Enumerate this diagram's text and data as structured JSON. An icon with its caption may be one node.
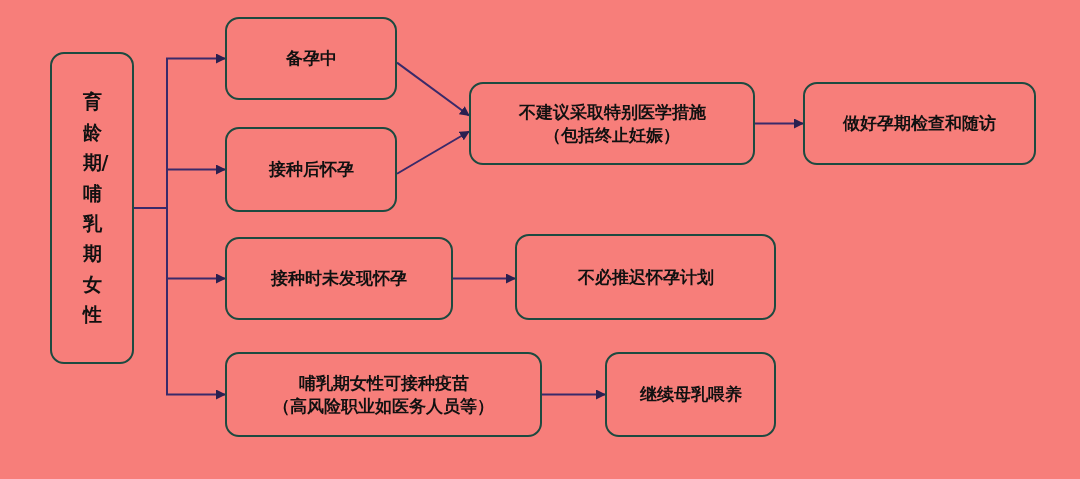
{
  "diagram": {
    "nodes": [
      {
        "text": [
          "育龄期/哺乳期女性"
        ]
      },
      {
        "text": [
          "备孕中"
        ]
      },
      {
        "text": [
          "接种后怀孕"
        ]
      },
      {
        "text": [
          "接种时未发现怀孕"
        ]
      },
      {
        "text": [
          "哺乳期女性可接种疫苗",
          "（高风险职业如医务人员等）"
        ]
      },
      {
        "text": [
          "不建议采取特别医学措施",
          "（包括终止妊娠）"
        ]
      },
      {
        "text": [
          "做好孕期检查和随访"
        ]
      },
      {
        "text": [
          "不必推迟怀孕计划"
        ]
      },
      {
        "text": [
          "继续母乳喂养"
        ]
      }
    ],
    "edges": [
      {
        "from": 0,
        "to": 1,
        "arrow": "to"
      },
      {
        "from": 0,
        "to": 2,
        "arrow": "to"
      },
      {
        "from": 0,
        "to": 3,
        "arrow": "to"
      },
      {
        "from": 0,
        "to": 4,
        "arrow": "to"
      },
      {
        "from": 1,
        "to": 5,
        "arrow": "to"
      },
      {
        "from": 2,
        "to": 5,
        "arrow": "to"
      },
      {
        "from": 5,
        "to": 6,
        "arrow": "to"
      },
      {
        "from": 3,
        "to": 7,
        "arrow": "to"
      },
      {
        "from": 4,
        "to": 8,
        "arrow": "to"
      }
    ]
  }
}
